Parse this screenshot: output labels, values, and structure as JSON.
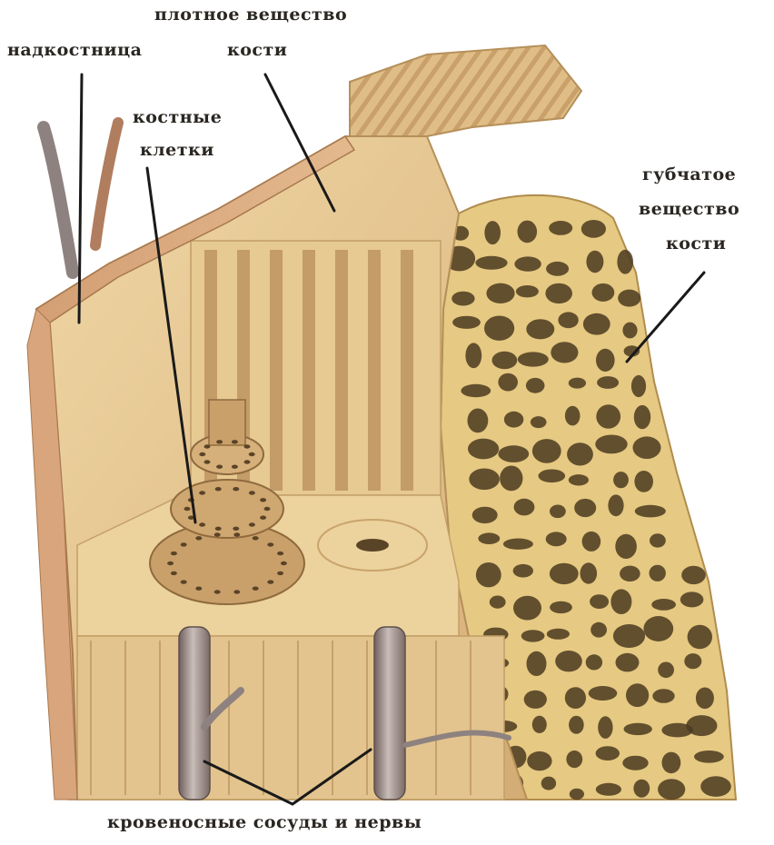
{
  "labels": {
    "periosteum": "надкостница",
    "compact_line1": "плотное вещество",
    "compact_line2": "кости",
    "cells_line1": "костные",
    "cells_line2": "клетки",
    "spongy_line1": "губчатое",
    "spongy_line2": "вещество",
    "spongy_line3": "кости",
    "vessels": "кровеносные сосуды и нервы"
  },
  "colors": {
    "bone_light": "#e9d09a",
    "bone_mid": "#d9b57c",
    "bone_dark": "#b88c58",
    "periosteum": "#d8a878",
    "spongy_base": "#e9d08c",
    "spongy_holes": "#4a3a20",
    "vessel": "#9b8a86",
    "leader_line": "#1a1a1a"
  }
}
